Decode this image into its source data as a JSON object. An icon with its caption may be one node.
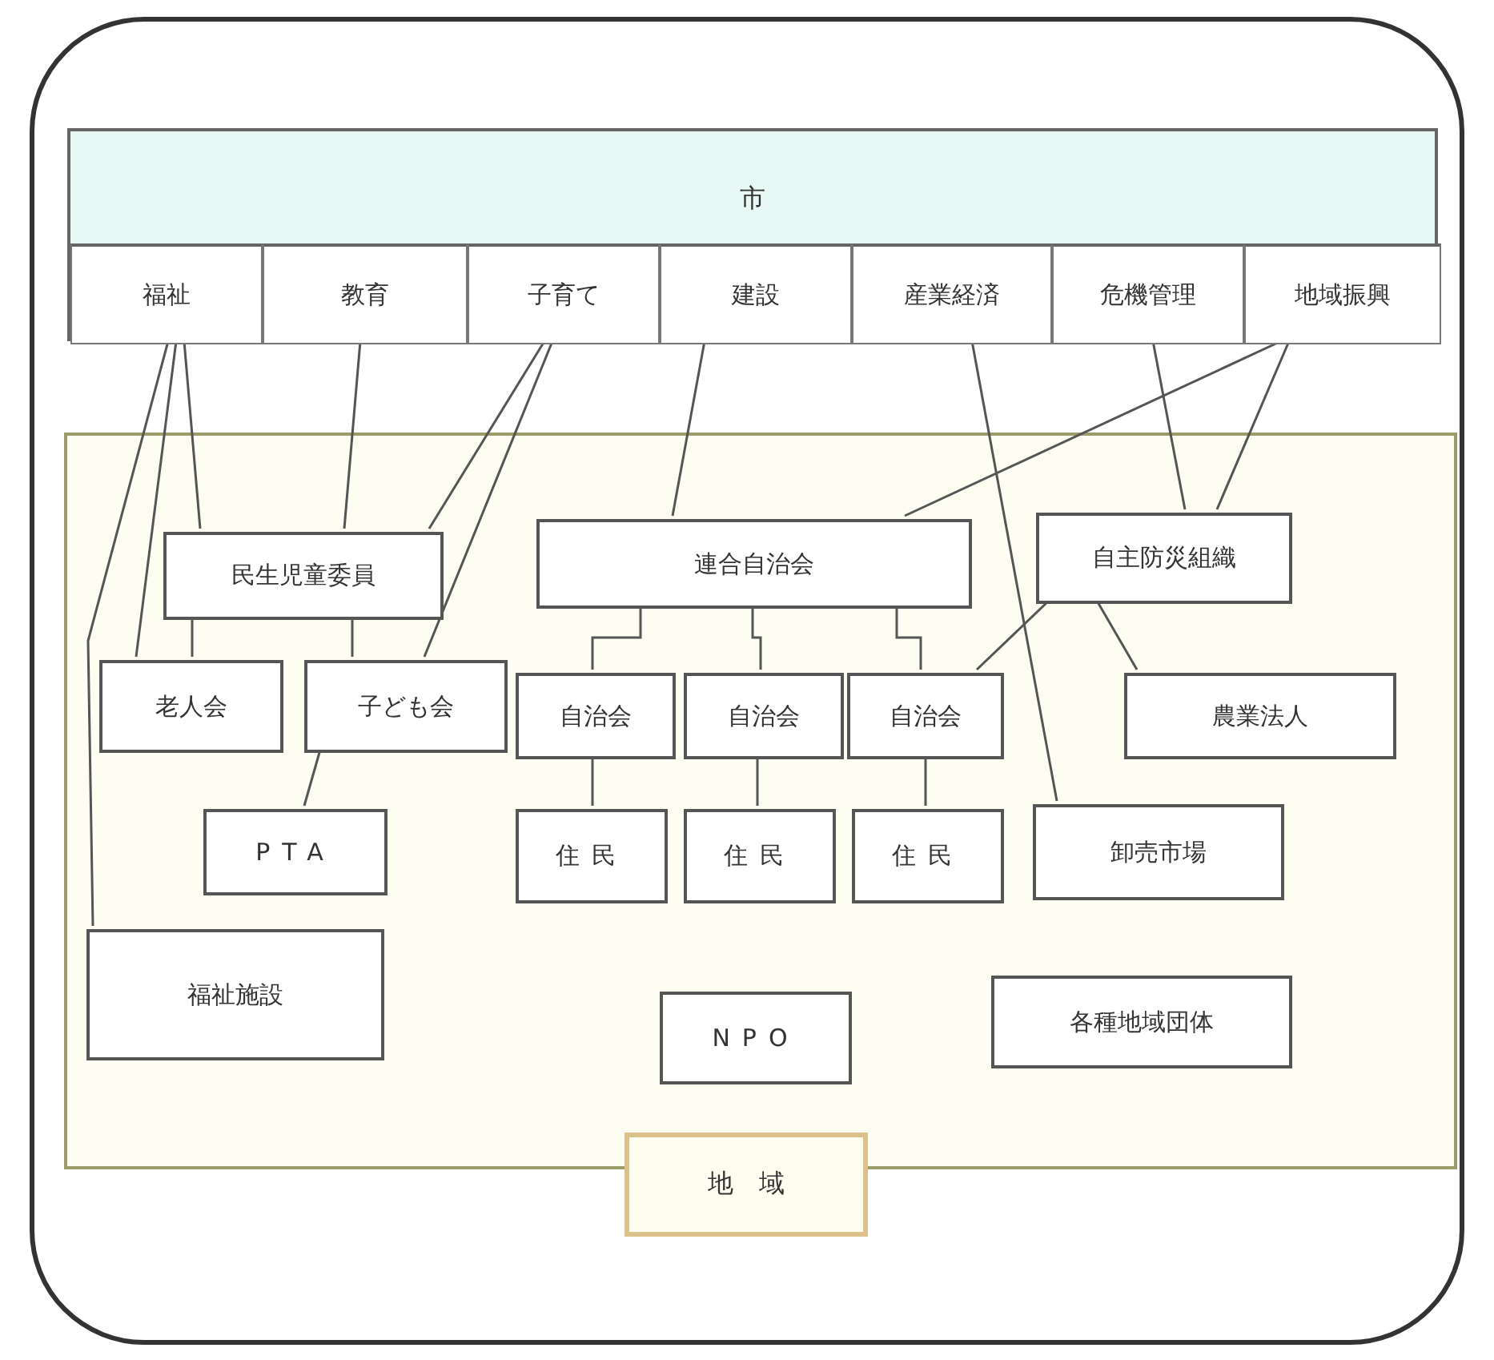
{
  "diagram": {
    "nodes": [
      {
        "text": [
          "市"
        ]
      },
      {
        "text": [
          "福祉"
        ],
        "in": 0
      },
      {
        "text": [
          "教育"
        ],
        "in": 0
      },
      {
        "text": [
          "子育て"
        ],
        "in": 0
      },
      {
        "text": [
          "建設"
        ],
        "in": 0
      },
      {
        "text": [
          "産業経済"
        ],
        "in": 0
      },
      {
        "text": [
          "危機管理"
        ],
        "in": 0
      },
      {
        "text": [
          "地域振興"
        ],
        "in": 0
      },
      {
        "text": [
          "地域"
        ]
      },
      {
        "text": [
          "民生児童委員"
        ],
        "in": 8
      },
      {
        "text": [
          "連合自治会"
        ],
        "in": 8
      },
      {
        "text": [
          "自主防災組織"
        ],
        "in": 8
      },
      {
        "text": [
          "老人会"
        ],
        "in": 8
      },
      {
        "text": [
          "子ども会"
        ],
        "in": 8
      },
      {
        "text": [
          "自治会"
        ],
        "in": 8
      },
      {
        "text": [
          "自治会"
        ],
        "in": 8
      },
      {
        "text": [
          "自治会"
        ],
        "in": 8
      },
      {
        "text": [
          "農業法人"
        ],
        "in": 8
      },
      {
        "text": [
          "PTA"
        ],
        "in": 8
      },
      {
        "text": [
          "住民"
        ],
        "in": 8
      },
      {
        "text": [
          "住民"
        ],
        "in": 8
      },
      {
        "text": [
          "住民"
        ],
        "in": 8
      },
      {
        "text": [
          "卸売市場"
        ],
        "in": 8
      },
      {
        "text": [
          "福祉施設"
        ],
        "in": 8
      },
      {
        "text": [
          "NPO"
        ],
        "in": 8
      },
      {
        "text": [
          "各種地域団体"
        ],
        "in": 8
      }
    ],
    "edges": [
      {
        "from": 1,
        "to": 9,
        "arrow": "none"
      },
      {
        "from": 1,
        "to": 12,
        "arrow": "none"
      },
      {
        "from": 1,
        "to": 23,
        "arrow": "none"
      },
      {
        "from": 2,
        "to": 9,
        "arrow": "none"
      },
      {
        "from": 3,
        "to": 9,
        "arrow": "none"
      },
      {
        "from": 3,
        "to": 13,
        "arrow": "none"
      },
      {
        "from": 9,
        "to": 12,
        "arrow": "none"
      },
      {
        "from": 9,
        "to": 13,
        "arrow": "none"
      },
      {
        "from": 13,
        "to": 18,
        "arrow": "none"
      },
      {
        "from": 4,
        "to": 10,
        "arrow": "none"
      },
      {
        "from": 10,
        "to": 14,
        "arrow": "none"
      },
      {
        "from": 10,
        "to": 15,
        "arrow": "none"
      },
      {
        "from": 10,
        "to": 16,
        "arrow": "none"
      },
      {
        "from": 14,
        "to": 19,
        "arrow": "none"
      },
      {
        "from": 15,
        "to": 20,
        "arrow": "none"
      },
      {
        "from": 16,
        "to": 21,
        "arrow": "none"
      },
      {
        "from": 5,
        "to": 22,
        "arrow": "none"
      },
      {
        "from": 7,
        "to": 10,
        "arrow": "none"
      },
      {
        "from": 7,
        "to": 11,
        "arrow": "none"
      },
      {
        "from": 6,
        "to": 11,
        "arrow": "none"
      },
      {
        "from": 11,
        "to": 16,
        "arrow": "none"
      },
      {
        "from": 11,
        "to": 17,
        "arrow": "none"
      }
    ]
  }
}
